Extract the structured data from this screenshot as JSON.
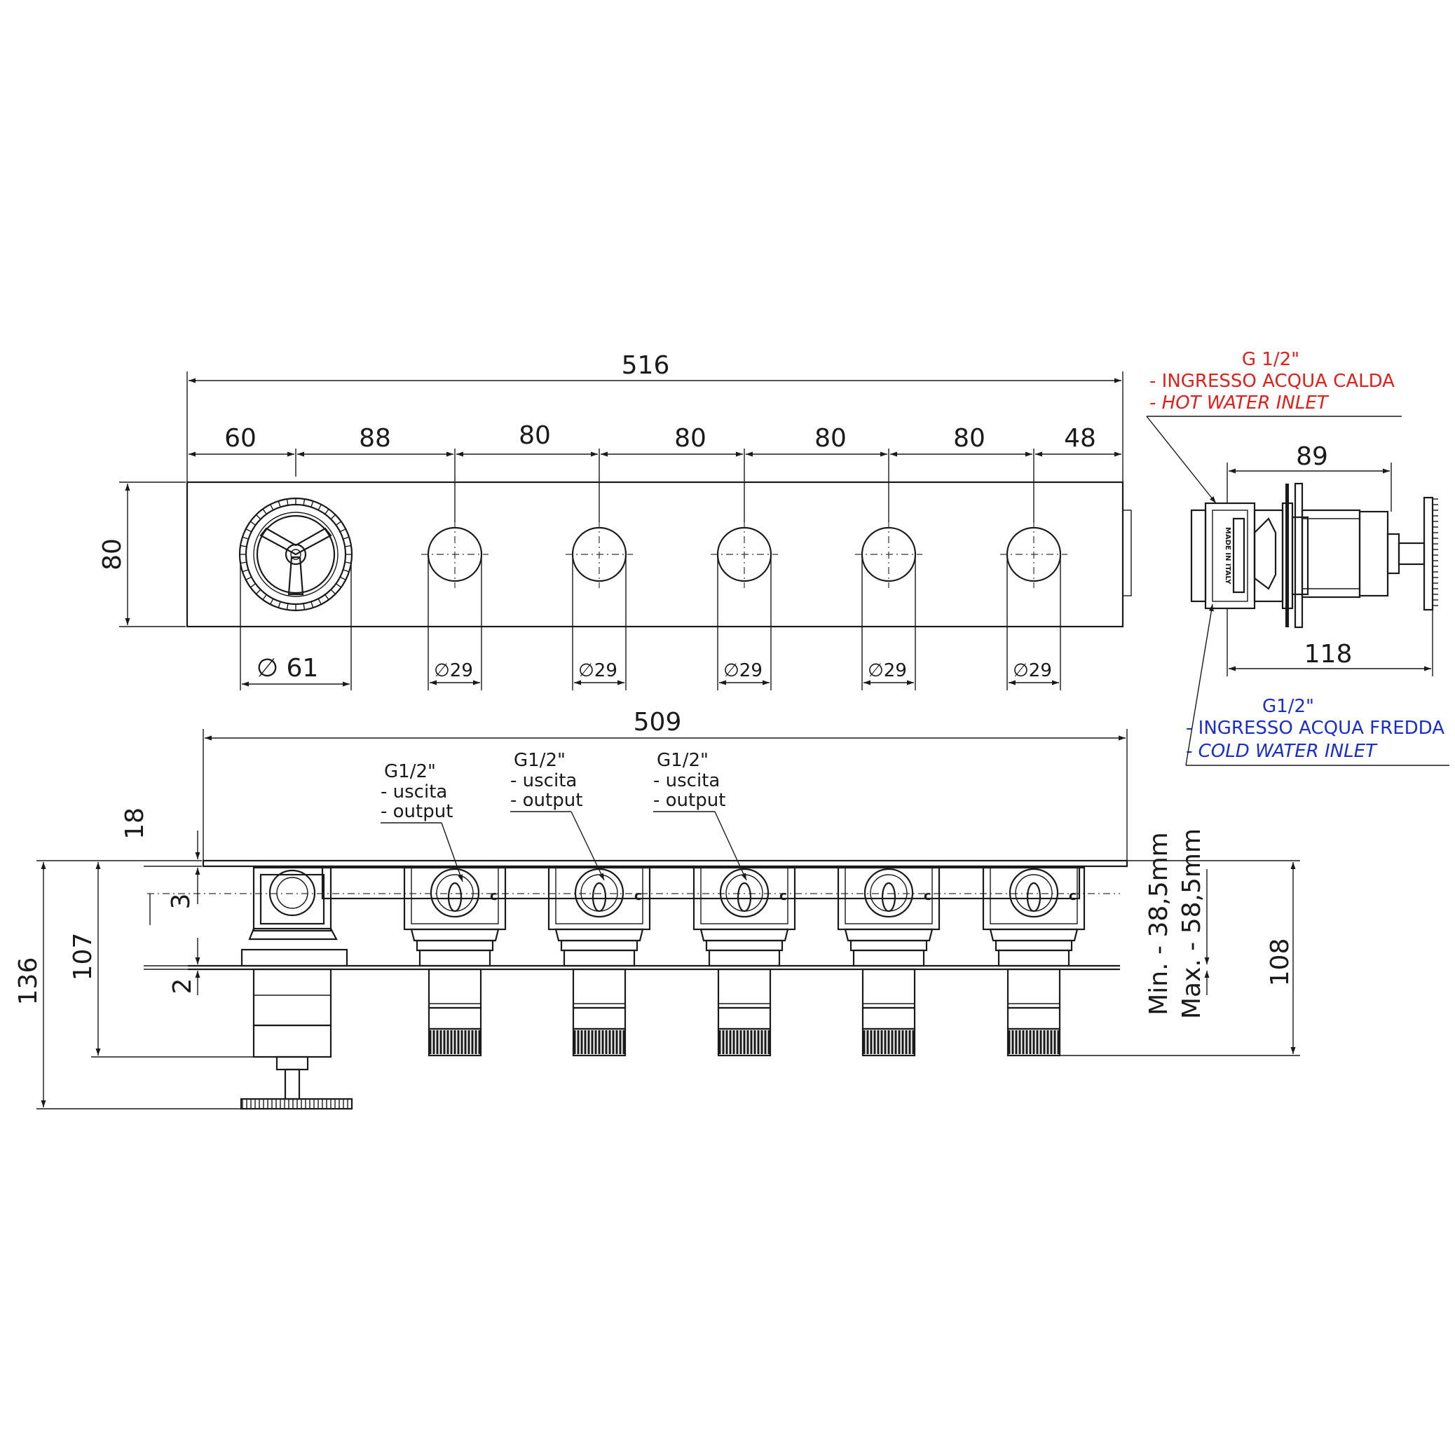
{
  "front_view": {
    "overall_width": "516",
    "spacings": [
      "60",
      "88",
      "80",
      "80",
      "80",
      "80",
      "48"
    ],
    "height": "80",
    "main_knob_diameter": "∅ 61",
    "button_diameters": [
      "∅29",
      "∅29",
      "∅29",
      "∅29",
      "∅29"
    ]
  },
  "side_view": {
    "width_top": "89",
    "width_bottom": "118",
    "hot_inlet": {
      "size": "G 1/2\"",
      "label_it": "- INGRESSO ACQUA CALDA",
      "label_en": "- HOT WATER INLET"
    },
    "cold_inlet": {
      "size": "G1/2\"",
      "label_it": "- INGRESSO ACQUA FREDDA",
      "label_en": "- COLD WATER INLET"
    },
    "stamp": "MADE IN ITALY"
  },
  "section_view": {
    "width": "509",
    "outputs": [
      {
        "size": "G1/2\"",
        "it": "- uscita",
        "en": "- output"
      },
      {
        "size": "G1/2\"",
        "it": "- uscita",
        "en": "- output"
      },
      {
        "size": "G1/2\"",
        "it": "- uscita",
        "en": "- output"
      }
    ],
    "dims_left": [
      "18",
      "3",
      "2",
      "107",
      "136"
    ],
    "dim_right": "108",
    "min_depth": "Min. - 38,5mm",
    "max_depth": "Max. - 58,5mm"
  },
  "colors": {
    "hot": "#e0201b",
    "cold": "#1a2ec8",
    "line": "#1a1a1a"
  }
}
